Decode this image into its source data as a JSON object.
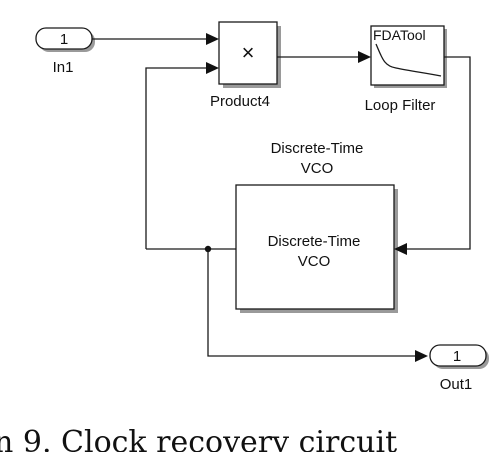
{
  "diagram": {
    "in_port": {
      "number": "1",
      "label": "In1"
    },
    "out_port": {
      "number": "1",
      "label": "Out1"
    },
    "product": {
      "symbol": "×",
      "label": "Product4"
    },
    "loop_filter": {
      "icon_text": "FDATool",
      "label": "Loop Filter"
    },
    "vco": {
      "title_line1": "Discrete-Time",
      "title_line2": "VCO",
      "inner_line1": "Discrete-Time",
      "inner_line2": "VCO"
    },
    "caption": "n 9. Clock recovery circuit"
  },
  "colors": {
    "line": "#1a1a1a",
    "shadow": "#9a9a9a",
    "background": "#ffffff"
  }
}
